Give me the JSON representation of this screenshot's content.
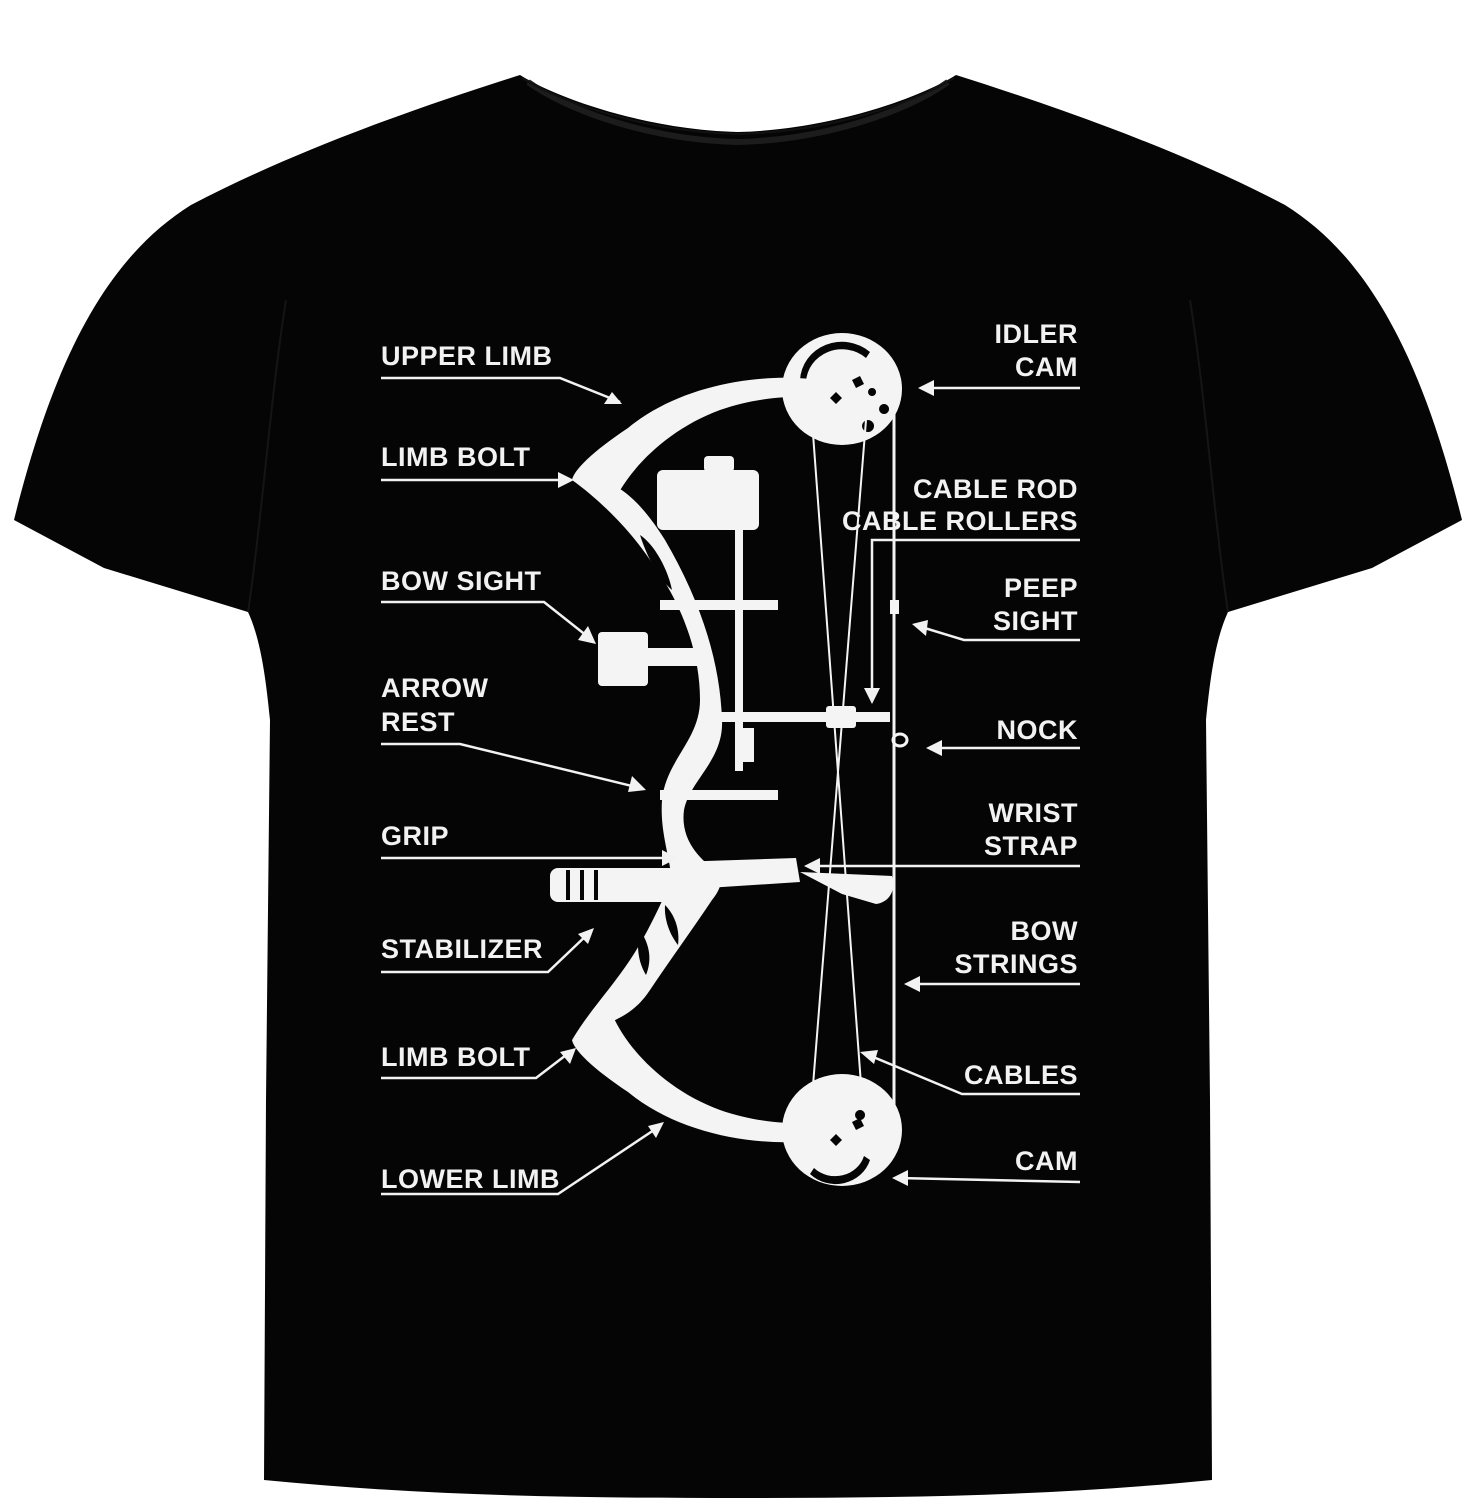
{
  "shirt": {
    "color": "#050505",
    "print_color": "#f2f2f2",
    "background": "#ffffff"
  },
  "labels": {
    "upper_limb": "UPPER LIMB",
    "limb_bolt_top": "LIMB BOLT",
    "bow_sight": "BOW SIGHT",
    "arrow_rest": [
      "ARROW",
      "REST"
    ],
    "grip": "GRIP",
    "stabilizer": "STABILIZER",
    "limb_bolt_bottom": "LIMB BOLT",
    "lower_limb": "LOWER LIMB",
    "idler_cam": [
      "IDLER",
      "CAM"
    ],
    "cable_rod": [
      "CABLE ROD",
      "CABLE ROLLERS"
    ],
    "peep_sight": [
      "PEEP",
      "SIGHT"
    ],
    "nock": "NOCK",
    "wrist_strap": [
      "WRIST",
      "STRAP"
    ],
    "bow_strings": [
      "BOW",
      "STRINGS"
    ],
    "cables": "CABLES",
    "cam": "CAM"
  }
}
